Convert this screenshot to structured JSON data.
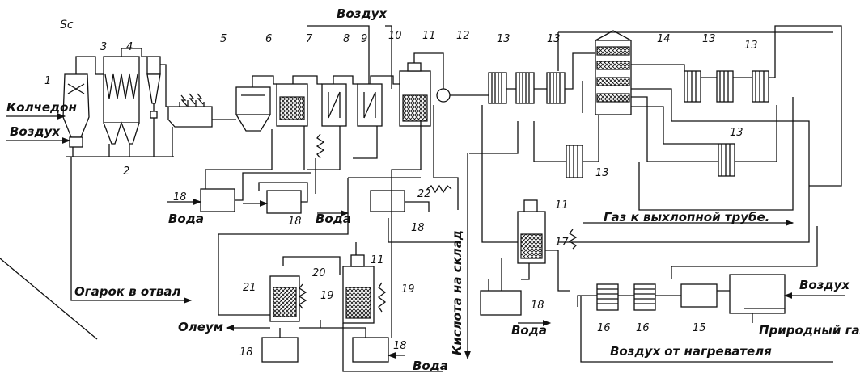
{
  "stray_mark": "Sc",
  "labels": {
    "pyrite": "Колчедон",
    "air_left": "Воздух",
    "air_top": "Воздух",
    "air_right": "Воздух",
    "cinder": "Огарок в отвал",
    "water_1": "Вода",
    "water_2": "Вода",
    "water_3": "Вода",
    "water_4": "Вода",
    "oleum": "Олеум",
    "acid_to_storage": "Кислота на склад",
    "gas_to_stack": "Газ к выхлопной трубе.",
    "natural_gas": "Природный газ",
    "air_from_heater": "Воздух от нагревателя"
  },
  "numbers": {
    "n1": "1",
    "n2": "2",
    "n3": "3",
    "n4": "4",
    "n5": "5",
    "n6": "6",
    "n7": "7",
    "n8": "8",
    "n9": "9",
    "n10": "10",
    "n11a": "11",
    "n12": "12",
    "n13a": "13",
    "n13b": "13",
    "n13c": "13",
    "n13d": "13",
    "n13e": "13",
    "n13f": "13",
    "n14": "14",
    "n11b": "11",
    "n17": "17",
    "n18a": "18",
    "n18b": "18",
    "n18c": "18",
    "n18d": "18",
    "n18e": "18",
    "n18f": "18",
    "n22": "22",
    "n11c": "11",
    "n20": "20",
    "n21": "21",
    "n19a": "19",
    "n19b": "19",
    "n16a": "16",
    "n16b": "16",
    "n15": "15"
  }
}
